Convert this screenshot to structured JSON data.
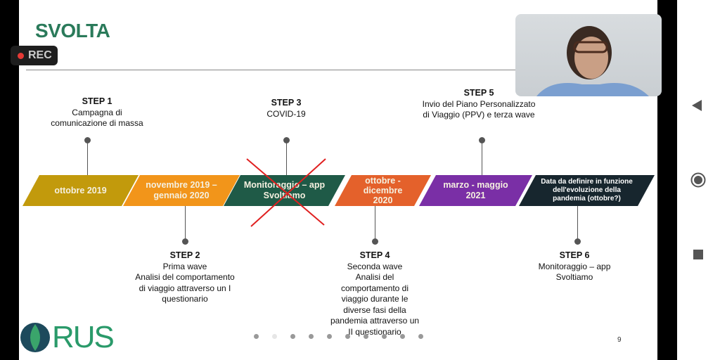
{
  "recording": {
    "label": "REC"
  },
  "slide": {
    "title": "SVOLTA",
    "page_number": "9",
    "logo_text": "RUS",
    "phases": [
      {
        "label": "ottobre 2019",
        "color": "#c29a0c"
      },
      {
        "label": "novembre 2019 – gennaio 2020",
        "color": "#f2951a"
      },
      {
        "label": "Monitoraggio – app Svoltiamo",
        "color": "#1f5a47",
        "crossed_out": true
      },
      {
        "label": "ottobre - dicembre 2020",
        "color": "#e4612b"
      },
      {
        "label": "marzo - maggio 2021",
        "color": "#7a2fa6"
      },
      {
        "label": "Data da definire in funzione dell'evoluzione della pandemia (ottobre?)",
        "color": "#17262e"
      }
    ],
    "steps": [
      {
        "title": "STEP 1",
        "text": [
          "Campagna di",
          "comunicazione di massa"
        ]
      },
      {
        "title": "STEP 2",
        "text": [
          "Prima wave",
          "Analisi del comportamento",
          "di viaggio attraverso un I",
          "questionario"
        ]
      },
      {
        "title": "STEP 3",
        "text": [
          "COVID-19"
        ]
      },
      {
        "title": "STEP 4",
        "text": [
          "Seconda wave",
          "Analisi del",
          "comportamento di",
          "viaggio durante le",
          "diverse fasi della",
          "pandemia attraverso un",
          "II questionario"
        ]
      },
      {
        "title": "STEP 5",
        "text": [
          "Invio del Piano Personalizzato",
          "di Viaggio (PPV) e terza wave"
        ]
      },
      {
        "title": "STEP 6",
        "text": [
          "Monitoraggio – app",
          "Svoltiamo"
        ]
      }
    ],
    "pagination": {
      "total": 10,
      "current": 2
    }
  },
  "android_nav": {
    "back": "back-icon",
    "home": "home-icon",
    "recents": "recents-icon"
  }
}
